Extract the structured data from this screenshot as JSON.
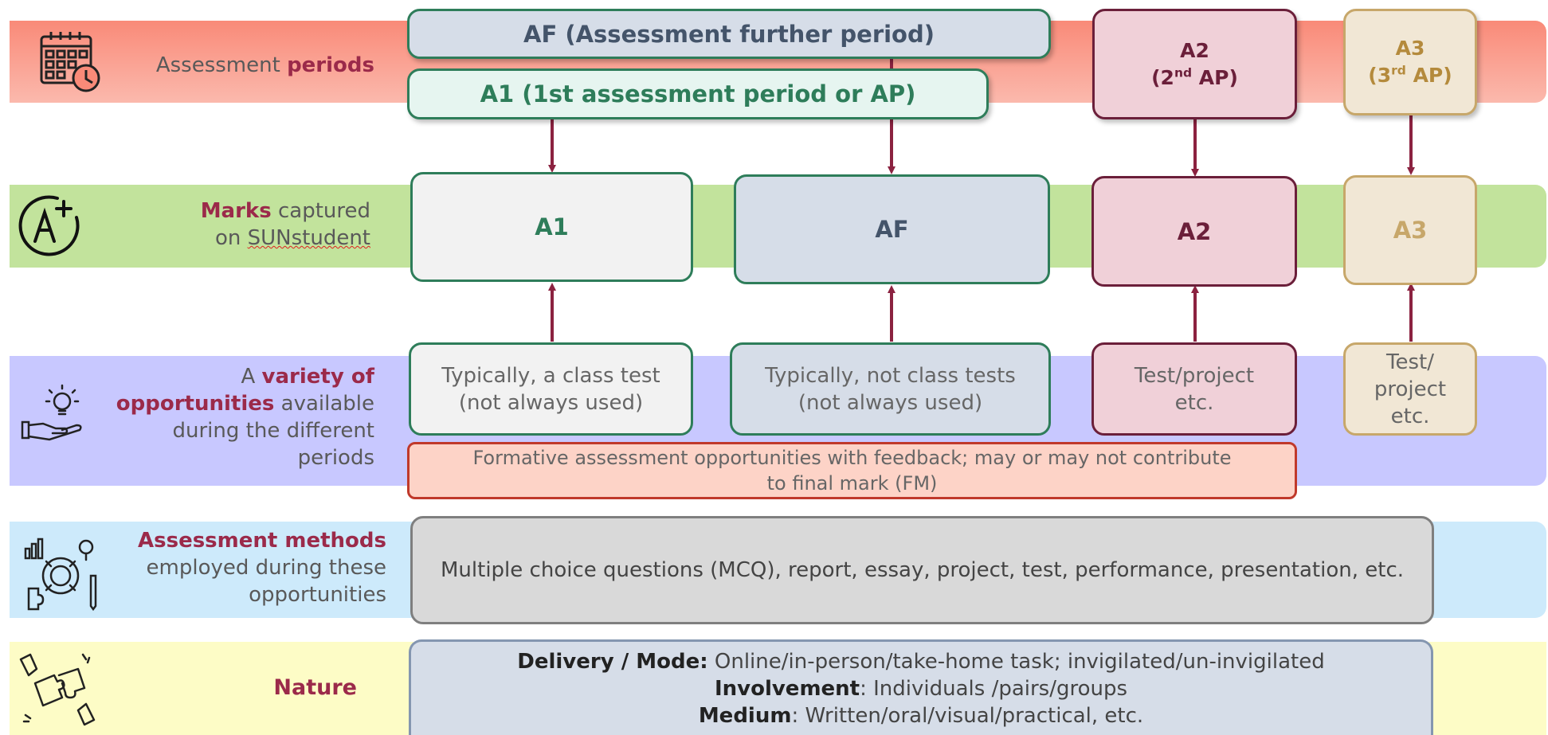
{
  "rows": {
    "periods": {
      "label_plain": "Assessment ",
      "label_accent": "periods",
      "icon": "calendar-clock-icon"
    },
    "marks": {
      "label_accent": "Marks",
      "label_plain1": " captured",
      "label_plain2": "on ",
      "label_underlined": "SUNstudent",
      "icon": "a-plus-grade-icon"
    },
    "opportunities": {
      "l1_plain": "A ",
      "l1_accent": "variety of",
      "l2_accent": "opportunities",
      "l2_plain": " available",
      "l3": "during the different",
      "l4": "periods",
      "icon": "hand-lightbulb-icon"
    },
    "methods": {
      "l1_accent": "Assessment methods",
      "l2": "employed during these",
      "l3": "opportunities",
      "icon": "methods-gear-chart-icon"
    },
    "nature": {
      "label_accent": "Nature",
      "icon": "puzzle-hands-icon"
    }
  },
  "period_boxes": {
    "af": "AF (Assessment further period)",
    "a1": "A1 (1st assessment period or AP)",
    "a2_main": "A2",
    "a2_open": "(2",
    "a2_sup": "nd",
    "a2_close": " AP)",
    "a3_main": "A3",
    "a3_open": "(3",
    "a3_sup": "rd",
    "a3_close": " AP)"
  },
  "mark_boxes": {
    "a1": "A1",
    "af": "AF",
    "a2": "A2",
    "a3": "A3"
  },
  "opportunity_boxes": {
    "a1_l1": "Typically, a class test",
    "a1_l2": "(not always used)",
    "af_l1": "Typically, not class tests",
    "af_l2": "(not always used)",
    "a2_l1": "Test/project",
    "a2_l2": "etc.",
    "a3_l1": "Test/",
    "a3_l2": "project",
    "a3_l3": "etc.",
    "formative_l1": "Formative assessment opportunities with feedback; may or may not contribute",
    "formative_l2": "to final mark (FM)"
  },
  "methods_box": "Multiple choice questions (MCQ), report, essay, project, test, performance, presentation, etc.",
  "nature_box": {
    "delivery_label": "Delivery / Mode:",
    "delivery_value": " Online/in-person/take-home task; invigilated/un-invigilated",
    "involvement_label": "Involvement",
    "involvement_value": ": Individuals /pairs/groups",
    "medium_label": "Medium",
    "medium_value": ": Written/oral/visual/practical, etc."
  },
  "colors": {
    "accent": "#9b2a4a",
    "green_border": "#2e7d5a",
    "maroon_border": "#6b1f3a",
    "tan_border": "#c7a76a",
    "arrow": "#8b2240",
    "af_fill": "#d6dde8",
    "a1_fill": "#e6f5f0",
    "a2_fill": "#f0d0d8",
    "a3_fill": "#f1e7d5"
  }
}
